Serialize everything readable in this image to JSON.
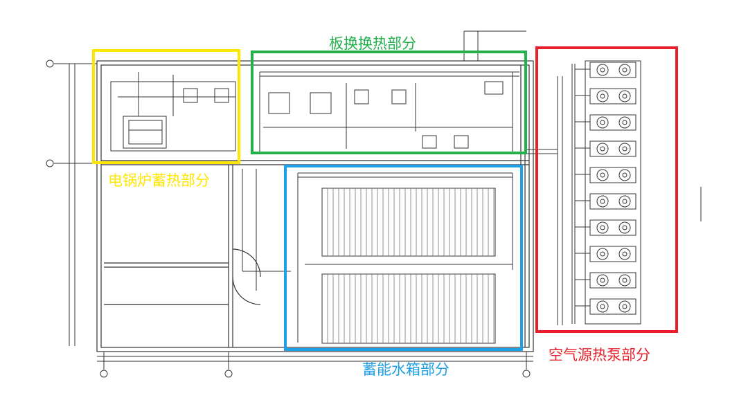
{
  "sections": [
    {
      "id": "electric-boiler",
      "label": "电锅炉蓄热部分",
      "color": "#ffe600"
    },
    {
      "id": "plate-exchanger",
      "label": "板换换热部分",
      "color": "#22b14c"
    },
    {
      "id": "storage-tank",
      "label": "蓄能水箱部分",
      "color": "#1ea0e6"
    },
    {
      "id": "air-source-heat-pump",
      "label": "空气源热泵部分",
      "color": "#e8202a"
    }
  ],
  "drawing_style": {
    "line_color": "#333333",
    "background": "#ffffff"
  },
  "air_source_heat_pump": {
    "unit_count": 10,
    "fans_per_unit": 2
  },
  "storage_tank": {
    "tank_count": 2
  }
}
